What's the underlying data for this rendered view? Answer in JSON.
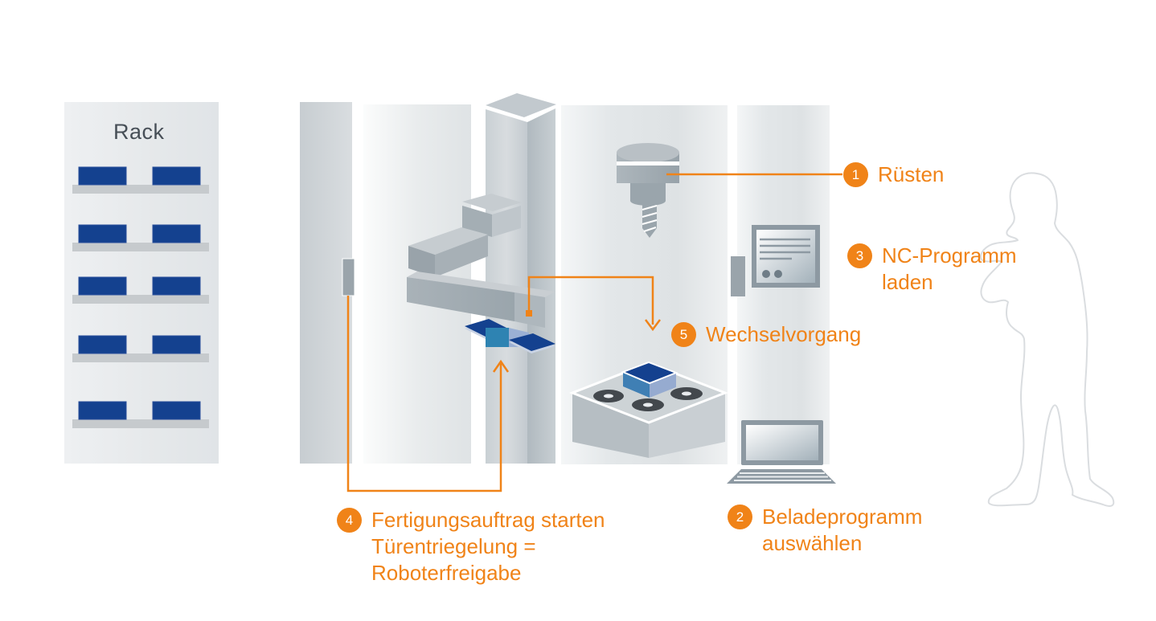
{
  "rack": {
    "label": "Rack"
  },
  "steps": [
    {
      "num": "1",
      "lines": [
        "Rüsten"
      ]
    },
    {
      "num": "2",
      "lines": [
        "Beladeprogramm",
        "auswählen"
      ]
    },
    {
      "num": "3",
      "lines": [
        "NC-Programm",
        "laden"
      ]
    },
    {
      "num": "4",
      "lines": [
        "Fertigungsauftrag starten",
        "Türentriegelung =",
        "Roboterfreigabe"
      ]
    },
    {
      "num": "5",
      "lines": [
        "Wechselvorgang"
      ]
    }
  ],
  "colors": {
    "accent": "#F08318",
    "navy": "#14418F",
    "teal": "#2E83B2",
    "steel": "#9BB0D4",
    "machine_gray": "#A6AFB5",
    "panel_light": "#E3E7E9",
    "text_dark": "#474F57"
  }
}
